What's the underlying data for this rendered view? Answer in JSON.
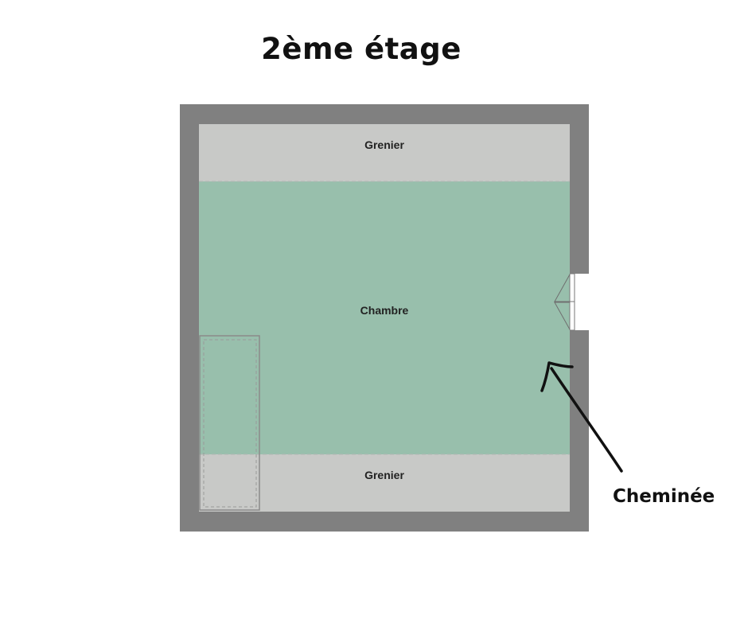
{
  "floor": {
    "title": "2ème étage"
  },
  "rooms": [
    {
      "id": "grenier-top",
      "label": "Grenier"
    },
    {
      "id": "chambre",
      "label": "Chambre"
    },
    {
      "id": "grenier-bottom",
      "label": "Grenier"
    }
  ],
  "annotation": {
    "label": "Cheminée"
  },
  "colors": {
    "wall": "#808080",
    "attic": "#c8c9c7",
    "bedroom": "#98bfac",
    "text": "#111111"
  }
}
